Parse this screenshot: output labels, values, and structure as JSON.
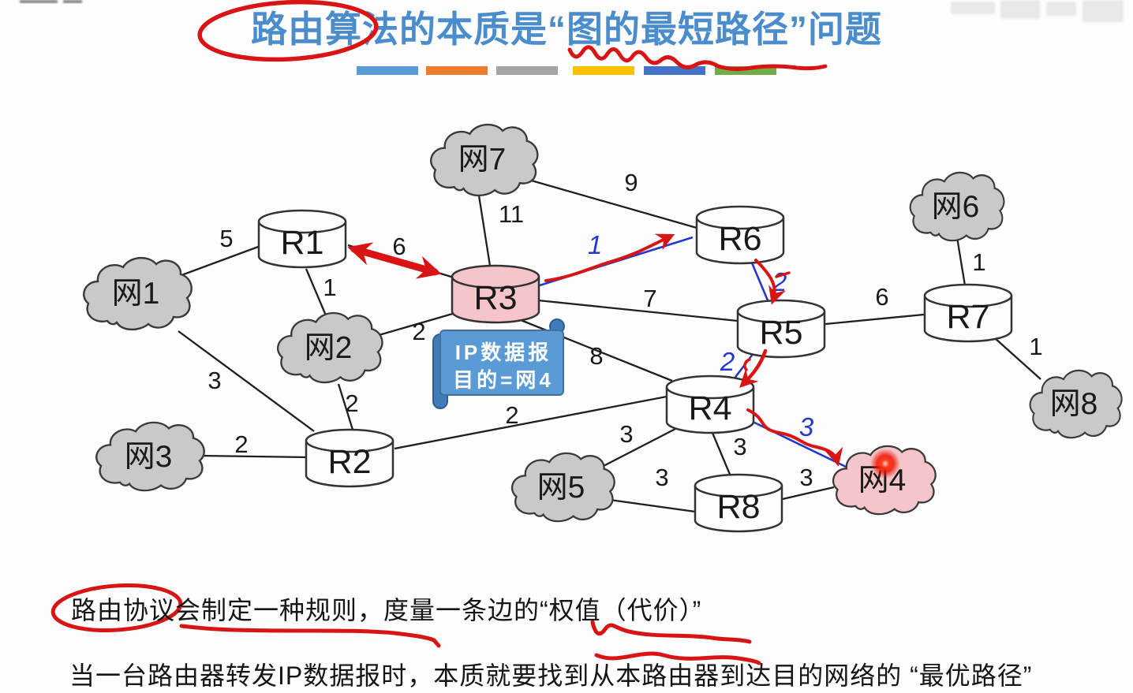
{
  "title": {
    "text": "路由算法的本质是“图的最短路径”问题"
  },
  "accent_bars": {
    "c0": "#5B9BD5",
    "c1": "#ED7D31",
    "c2": "#A5A5A5",
    "c3": "#FFC000",
    "c4": "#4472C4",
    "c5": "#70AD47"
  },
  "banner": {
    "line1": "IP数据报",
    "line2": "目的=网4"
  },
  "graph": {
    "nodes": {
      "r1": {
        "label": "R1"
      },
      "r2": {
        "label": "R2"
      },
      "r3": {
        "label": "R3"
      },
      "r4": {
        "label": "R4"
      },
      "r5": {
        "label": "R5"
      },
      "r6": {
        "label": "R6"
      },
      "r7": {
        "label": "R7"
      },
      "r8": {
        "label": "R8"
      },
      "net1": {
        "label": "网1"
      },
      "net2": {
        "label": "网2"
      },
      "net3": {
        "label": "网3"
      },
      "net4": {
        "label": "网4"
      },
      "net5": {
        "label": "网5"
      },
      "net6": {
        "label": "网6"
      },
      "net7": {
        "label": "网7"
      },
      "net8": {
        "label": "网8"
      }
    },
    "edges": [
      {
        "from": "网1",
        "to": "R1",
        "weight": "5"
      },
      {
        "from": "R1",
        "to": "网2",
        "weight": "1"
      },
      {
        "from": "R1",
        "to": "R3",
        "weight": "6"
      },
      {
        "from": "网7",
        "to": "R3",
        "weight": "11"
      },
      {
        "from": "网7",
        "to": "R6",
        "weight": "9"
      },
      {
        "from": "R3",
        "to": "网2",
        "weight": "2"
      },
      {
        "from": "R3",
        "to": "R5",
        "weight": "7"
      },
      {
        "from": "R3",
        "to": "R4",
        "weight": "8"
      },
      {
        "from": "R5",
        "to": "R7",
        "weight": "6"
      },
      {
        "from": "网6",
        "to": "R7",
        "weight": "1"
      },
      {
        "from": "R7",
        "to": "网8",
        "weight": "1"
      },
      {
        "from": "网1",
        "to": "R2",
        "weight": "3"
      },
      {
        "from": "网2",
        "to": "R2",
        "weight": "2"
      },
      {
        "from": "网3",
        "to": "R2",
        "weight": "2"
      },
      {
        "from": "R2",
        "to": "R4",
        "weight": "2"
      },
      {
        "from": "R4",
        "to": "网5",
        "weight": "3"
      },
      {
        "from": "R4",
        "to": "R8",
        "weight": "3"
      },
      {
        "from": "网5",
        "to": "R8",
        "weight": "3"
      },
      {
        "from": "R8",
        "to": "网4",
        "weight": "3"
      }
    ],
    "path_annotation": [
      {
        "from": "R3",
        "to": "R6",
        "weight": "1"
      },
      {
        "from": "R6",
        "to": "R5",
        "weight": "2"
      },
      {
        "from": "R5",
        "to": "R4",
        "weight": "2"
      },
      {
        "from": "R4",
        "to": "网4",
        "weight": "3"
      }
    ]
  },
  "notes": {
    "line1": "路由协议会制定一种规则，度量一条边的“权值（代价）”",
    "line2": "当一台路由器转发IP数据报时，本质就要找到从本路由器到达目的网络的 “最优路径”"
  },
  "colors": {
    "title_blue": "#4b8ccc",
    "node_pink": "#f6c5c9",
    "cloud_gray": "#c9c9c9",
    "cylinder_white": "#fdfdfd",
    "banner_blue": "#5b9bd5",
    "banner_dark": "#3f7cb8",
    "annotation_red": "#d81414",
    "path_blue": "#2438cc"
  }
}
